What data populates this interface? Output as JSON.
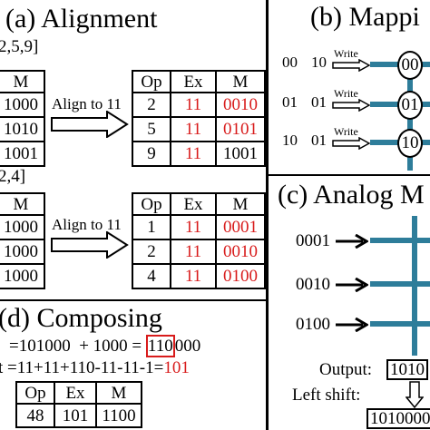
{
  "panel_a": {
    "title": "(a) Alignment",
    "group1": {
      "header_partial": "2,5,9]",
      "left_header": "M",
      "left_rows": [
        "1000",
        "1010",
        "1001"
      ],
      "arrow_label": "Align to 11",
      "right_headers": [
        "Op",
        "Ex",
        "M"
      ],
      "right_rows": [
        [
          "2",
          "11",
          "0010"
        ],
        [
          "5",
          "11",
          "0101"
        ],
        [
          "9",
          "11",
          "1001"
        ]
      ]
    },
    "group2": {
      "header_partial": "2,4]",
      "left_header": "M",
      "left_rows": [
        "1000",
        "1000",
        "1000"
      ],
      "arrow_label": "Align to 11",
      "right_headers": [
        "Op",
        "Ex",
        "M"
      ],
      "right_rows": [
        [
          "1",
          "11",
          "0001"
        ],
        [
          "2",
          "11",
          "0010"
        ],
        [
          "4",
          "11",
          "0100"
        ]
      ]
    }
  },
  "panel_b": {
    "title": "(b) Mappi",
    "rows": [
      {
        "a": "00",
        "b": "10",
        "write": "Write",
        "node": "00"
      },
      {
        "a": "01",
        "b": "01",
        "write": "Write",
        "node": "01"
      },
      {
        "a": "10",
        "b": "01",
        "write": "Write",
        "node": "10"
      }
    ]
  },
  "panel_c": {
    "title": "(c) Analog M",
    "inputs": [
      "0001",
      "0010",
      "0100"
    ],
    "output_label": "Output:",
    "output_value": "1010",
    "shift_label": "Left shift:",
    "shift_value": "1010000"
  },
  "panel_d": {
    "title": "(d) Composing",
    "line1_prefix": "=101000  + 1000 = ",
    "line1_boxed": "110",
    "line1_suffix": "000",
    "line2_prefix": "t =11+11+110-11-11-1=",
    "line2_red": "101",
    "table_headers": [
      "Op",
      "Ex",
      "M"
    ],
    "table_row": [
      "48",
      "101",
      "1100"
    ]
  },
  "colors": {
    "accent_red": "#d81b1b",
    "wire": "#2e7d9a"
  }
}
